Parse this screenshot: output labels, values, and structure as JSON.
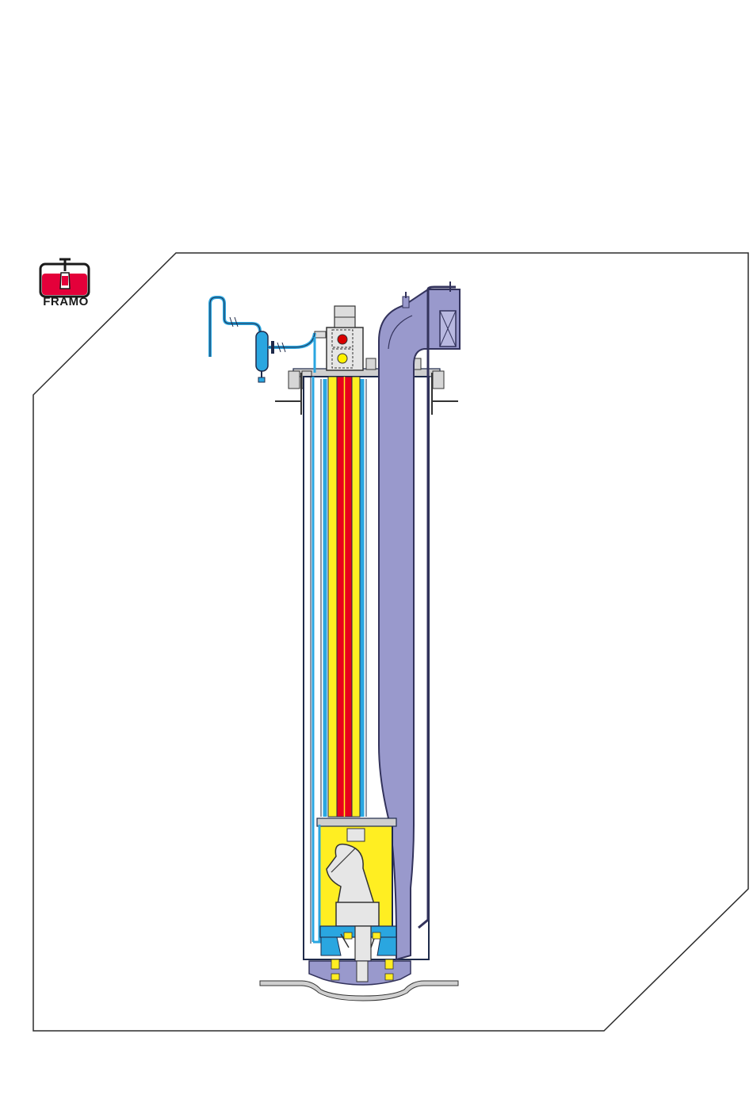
{
  "logo": {
    "brand_name": "FRAMO",
    "colors": {
      "tank": "#e4003a",
      "outline": "#1a1a1a"
    }
  },
  "diagram": {
    "colors": {
      "frame": "#2b2b2b",
      "cargo_pipe": "#9999cc",
      "cargo_pipe_edge": "#33335c",
      "hydraulic_pressure": "#e8001c",
      "hydraulic_return": "#ffee22",
      "cofferdam": "#2aa6e0",
      "casing_edge": "#1e2a4a",
      "head": "#e6e6e6"
    },
    "indicators": [
      {
        "name": "red-indicator",
        "color": "#d90000"
      },
      {
        "name": "yellow-indicator",
        "color": "#fff200"
      }
    ]
  }
}
